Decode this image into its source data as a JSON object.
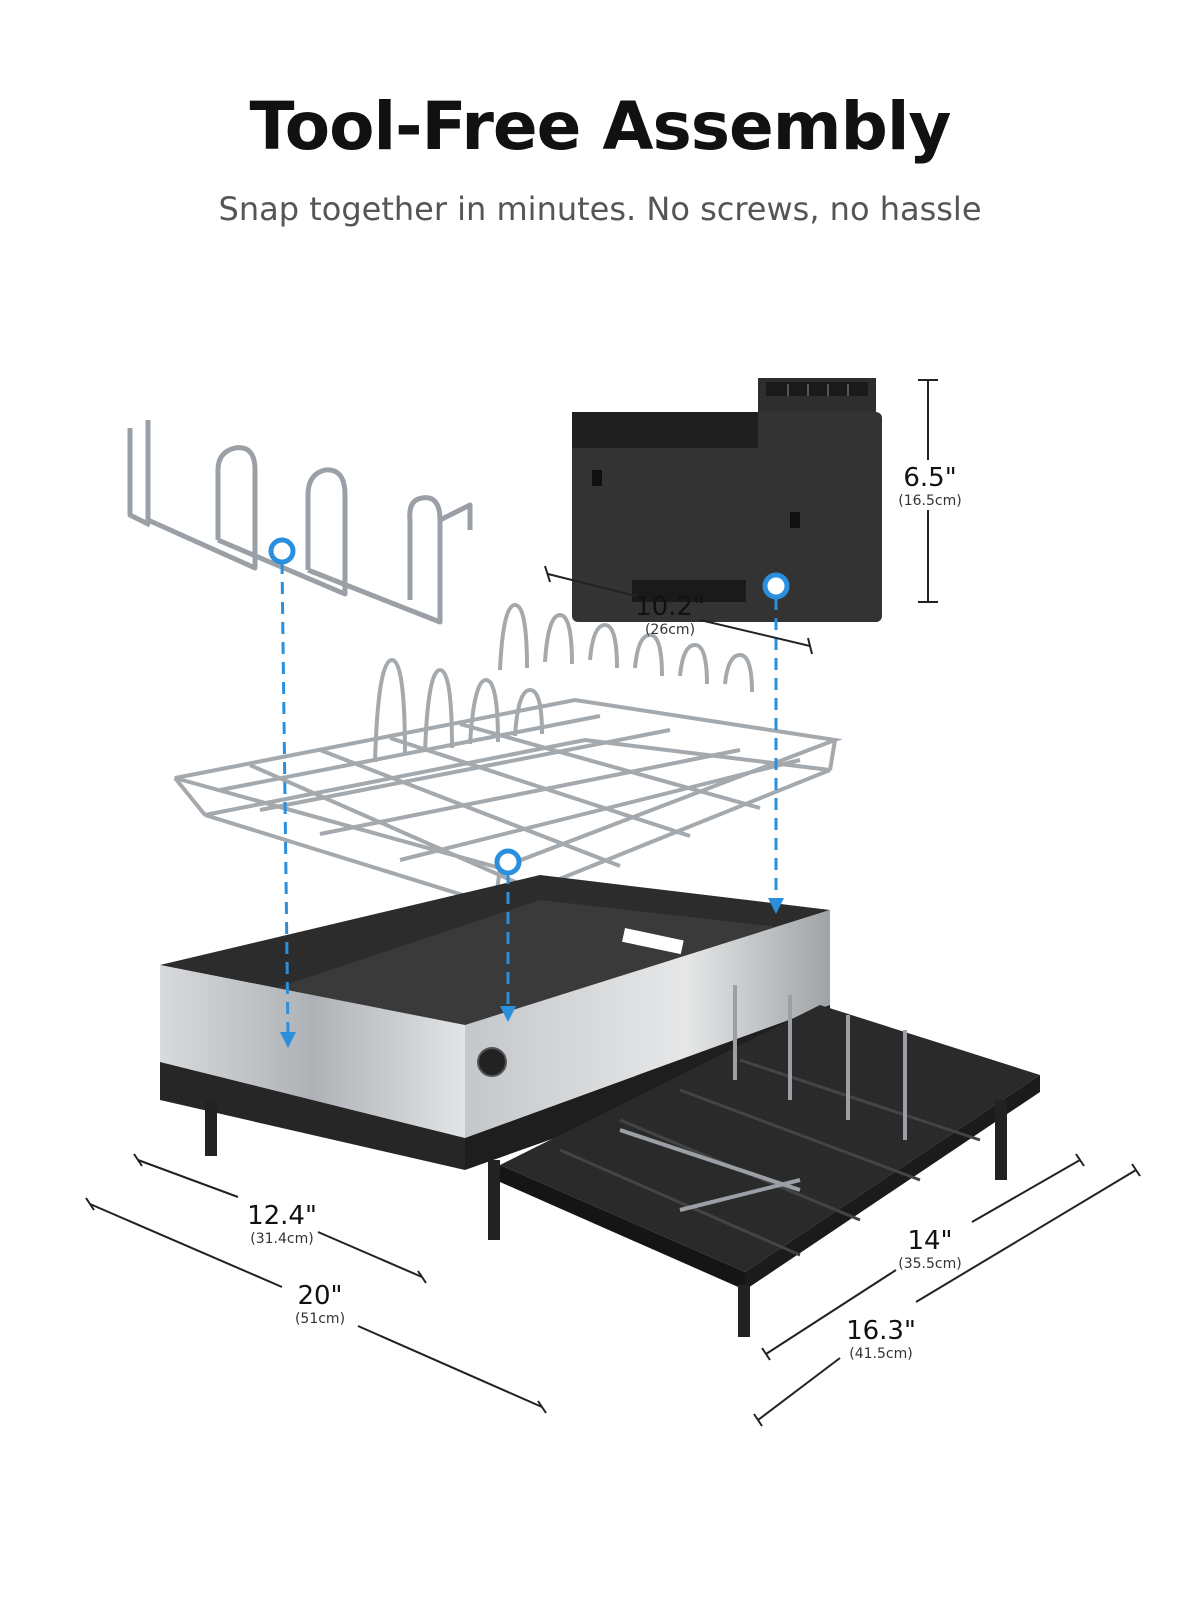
{
  "header": {
    "title": "Tool-Free Assembly",
    "subtitle": "Snap together in minutes. No screws, no hassle"
  },
  "dimensions": {
    "utensil_height": {
      "imperial": "6.5\"",
      "metric": "(16.5cm)"
    },
    "utensil_width": {
      "imperial": "10.2\"",
      "metric": "(26cm)"
    },
    "basin_depth": {
      "imperial": "12.4\"",
      "metric": "(31.4cm)"
    },
    "total_width": {
      "imperial": "20\"",
      "metric": "(51cm)"
    },
    "tray_depth": {
      "imperial": "14\"",
      "metric": "(35.5cm)"
    },
    "total_depth": {
      "imperial": "16.3\"",
      "metric": "(41.5cm)"
    }
  },
  "colors": {
    "accent": "#2a8fdc",
    "chrome": "#9aa0a6",
    "black_plastic": "#2b2b2b",
    "steel": "#c5c8cb"
  }
}
